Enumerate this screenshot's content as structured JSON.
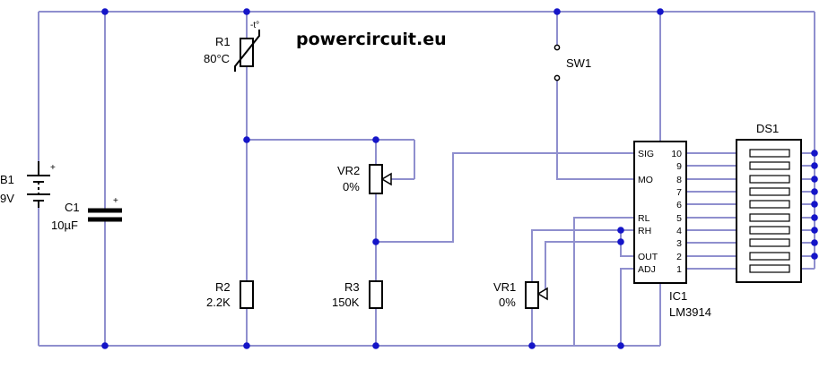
{
  "title": "powercircuit.eu",
  "colors": {
    "wire": "#8f8fce",
    "junction": "#1515c8",
    "component": "#000000",
    "background": "#ffffff"
  },
  "components": {
    "b1": {
      "ref": "B1",
      "value": "9V",
      "plus": "+"
    },
    "c1": {
      "ref": "C1",
      "value": "10µF",
      "plus": "+"
    },
    "r1": {
      "ref": "R1",
      "value": "80°C",
      "mark": "-t°"
    },
    "r2": {
      "ref": "R2",
      "value": "2.2K"
    },
    "r3": {
      "ref": "R3",
      "value": "150K"
    },
    "vr1": {
      "ref": "VR1",
      "value": "0%"
    },
    "vr2": {
      "ref": "VR2",
      "value": "0%"
    },
    "sw1": {
      "ref": "SW1"
    },
    "ic1": {
      "ref": "IC1",
      "part": "LM3914",
      "left_pins": [
        "SIG",
        "MO",
        "RL",
        "RH",
        "OUT",
        "ADJ"
      ],
      "right_pins": [
        "10",
        "9",
        "8",
        "7",
        "6",
        "5",
        "4",
        "3",
        "2",
        "1"
      ]
    },
    "ds1": {
      "ref": "DS1"
    }
  }
}
